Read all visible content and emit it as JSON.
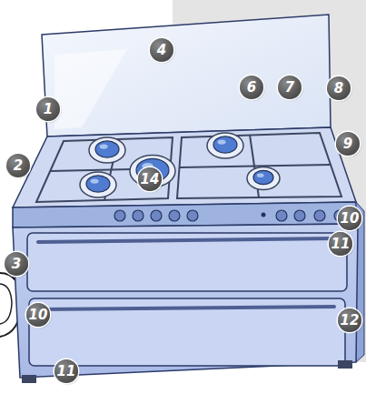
{
  "diagram": {
    "labels": [
      "1",
      "2",
      "3",
      "4",
      "6",
      "7",
      "8",
      "9",
      "10",
      "11",
      "12",
      "14",
      "10",
      "11"
    ]
  }
}
